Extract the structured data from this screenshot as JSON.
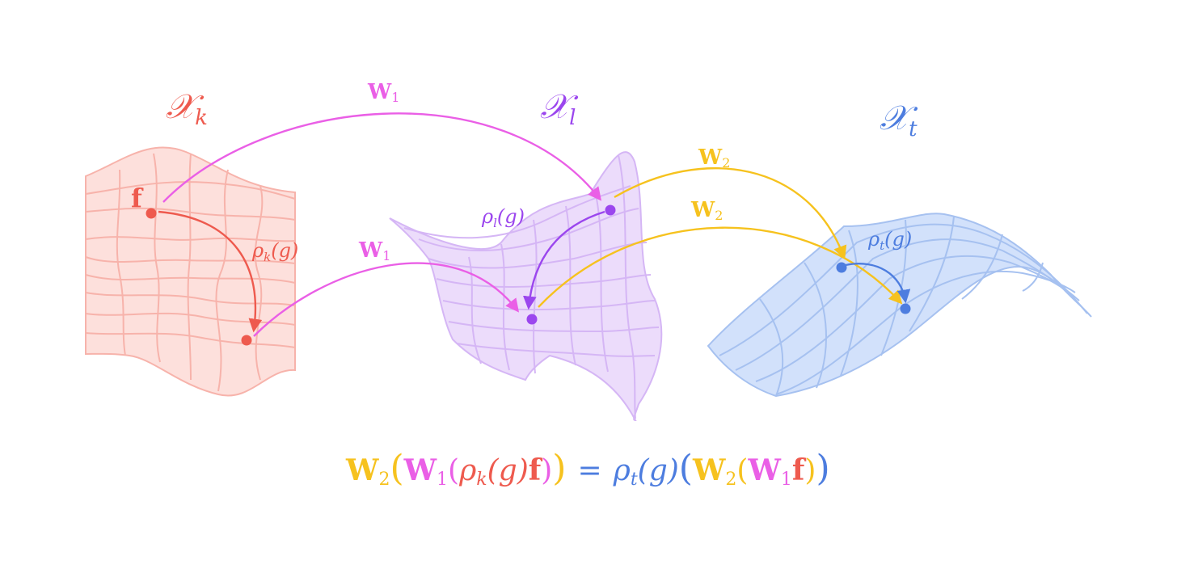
{
  "colors": {
    "red": "#ee5a4e",
    "red_fill": "#fde0dc",
    "red_grid": "#f7b3ab",
    "pink": "#ea5fe6",
    "purple": "#9b46ee",
    "purple_fill": "#ecdcfb",
    "purple_grid": "#d5b6f5",
    "yellow": "#f6c21e",
    "blue": "#4d7ddf",
    "blue_fill": "#d2e1fb",
    "blue_grid": "#a6c1f0"
  },
  "spaces": {
    "k": {
      "symbol": "𝒳",
      "sub": "k"
    },
    "l": {
      "symbol": "𝒳",
      "sub": "l"
    },
    "t": {
      "symbol": "𝒳",
      "sub": "t"
    }
  },
  "points": {
    "f": "f"
  },
  "arrows": {
    "w1": {
      "sym": "W",
      "sub": "1"
    },
    "w2": {
      "sym": "W",
      "sub": "2"
    },
    "rho_k": {
      "rho": "ρ",
      "sub": "k",
      "arg": "(g)"
    },
    "rho_l": {
      "rho": "ρ",
      "sub": "l",
      "arg": "(g)"
    },
    "rho_t": {
      "rho": "ρ",
      "sub": "t",
      "arg": "(g)"
    }
  },
  "equation": {
    "W": "W",
    "one": "1",
    "two": "2",
    "rho": "ρ",
    "k": "k",
    "t": "t",
    "g": "(g)",
    "f": "f",
    "lparen": "(",
    "rparen": ")",
    "equals": "="
  }
}
